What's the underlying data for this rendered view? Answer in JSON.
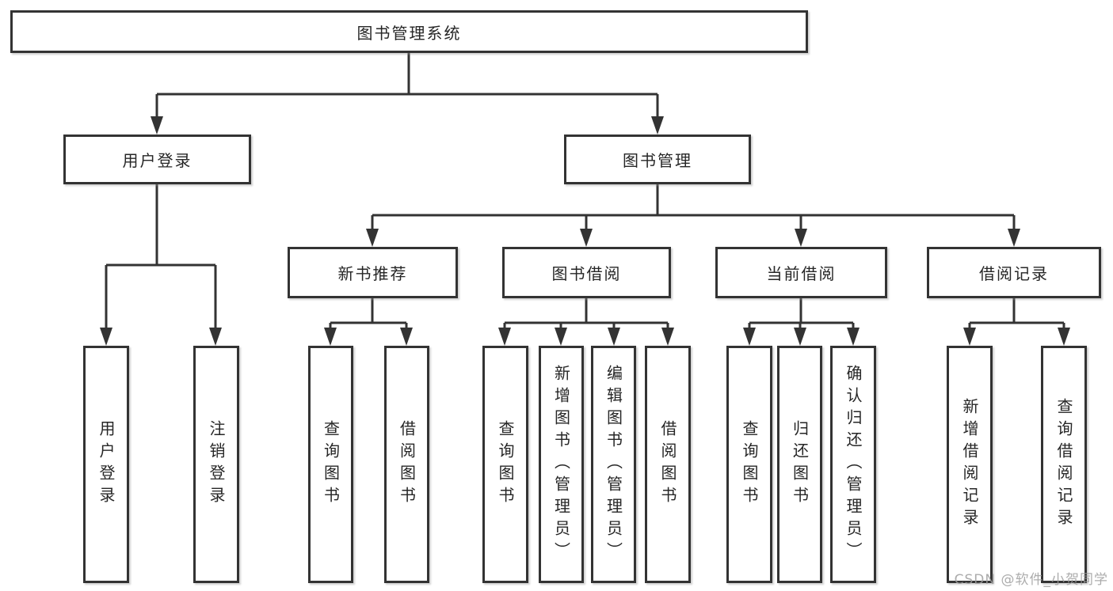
{
  "diagram": {
    "type": "functional-structure-tree",
    "colors": {
      "line": "#333333",
      "box_border": "#333333",
      "box_fill": "#ffffff",
      "text": "#262626",
      "watermark": "#9e9e9e",
      "background": "#ffffff"
    }
  },
  "tree": {
    "label": "图书管理系统",
    "children": [
      {
        "label": "用户登录",
        "children": [
          {
            "label": "用户登录"
          },
          {
            "label": "注销登录"
          }
        ]
      },
      {
        "label": "图书管理",
        "children": [
          {
            "label": "新书推荐",
            "children": [
              {
                "label": "查询图书"
              },
              {
                "label": "借阅图书"
              }
            ]
          },
          {
            "label": "图书借阅",
            "children": [
              {
                "label": "查询图书"
              },
              {
                "label": "新增图书（管理员）"
              },
              {
                "label": "编辑图书（管理员）"
              },
              {
                "label": "借阅图书"
              }
            ]
          },
          {
            "label": "当前借阅",
            "children": [
              {
                "label": "查询图书"
              },
              {
                "label": "归还图书"
              },
              {
                "label": "确认归还（管理员）"
              }
            ]
          },
          {
            "label": "借阅记录",
            "children": [
              {
                "label": "新增借阅记录"
              },
              {
                "label": "查询借阅记录"
              }
            ]
          }
        ]
      }
    ]
  },
  "watermark": {
    "text": "CSDN @软件_小贺同学"
  }
}
